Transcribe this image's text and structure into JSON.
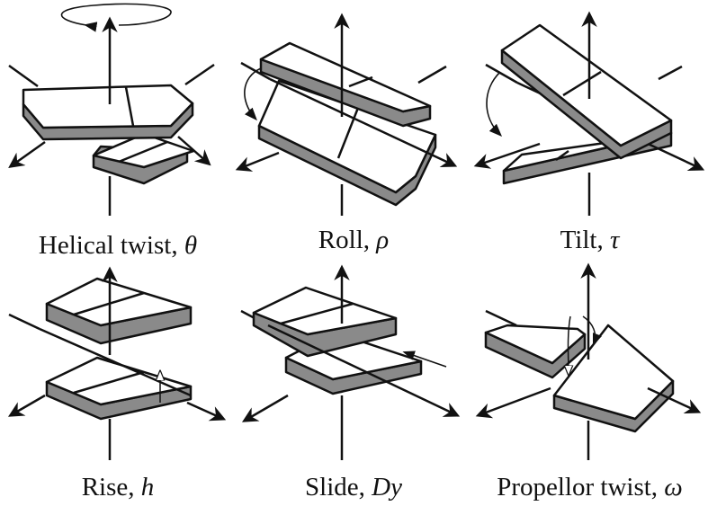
{
  "panels": [
    {
      "name": "Helical twist",
      "symbol": "θ"
    },
    {
      "name": "Roll",
      "symbol": "ρ"
    },
    {
      "name": "Tilt",
      "symbol": "τ"
    },
    {
      "name": "Rise",
      "symbol": "h"
    },
    {
      "name": "Slide",
      "symbol": "Dy"
    },
    {
      "name": "Propellor twist",
      "symbol": "ω"
    }
  ],
  "colors": {
    "ink": "#111111",
    "block_face": "#ffffff",
    "block_side": "#8a8a8a",
    "background": "#ffffff"
  }
}
